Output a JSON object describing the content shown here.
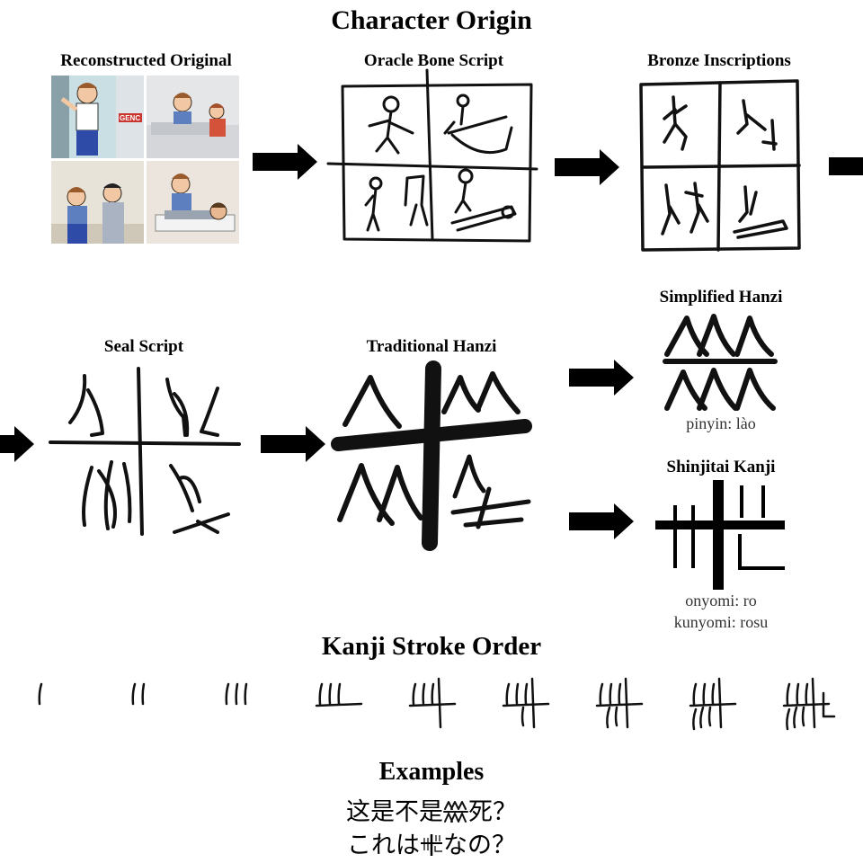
{
  "title": "Character Origin",
  "stages": {
    "original": "Reconstructed Original",
    "oracle": "Oracle Bone Script",
    "bronze": "Bronze Inscriptions",
    "seal": "Seal Script",
    "traditional": "Traditional Hanzi",
    "simplified": "Simplified Hanzi",
    "shinjitai": "Shinjitai Kanji"
  },
  "original_panels": {
    "sign_text": "GENC"
  },
  "simplified_reading": "pinyin: lào",
  "shinjitai_onyomi": "onyomi: ro",
  "shinjitai_kunyomi": "kunyomi: rosu",
  "stroke_order_title": "Kanji Stroke Order",
  "stroke_count": 9,
  "examples_title": "Examples",
  "example_chinese": "这是不是",
  "example_chinese_after": "死？",
  "example_japanese": "これは",
  "example_japanese_after": "なの？",
  "colors": {
    "ink": "#111111",
    "background": "#ffffff"
  }
}
